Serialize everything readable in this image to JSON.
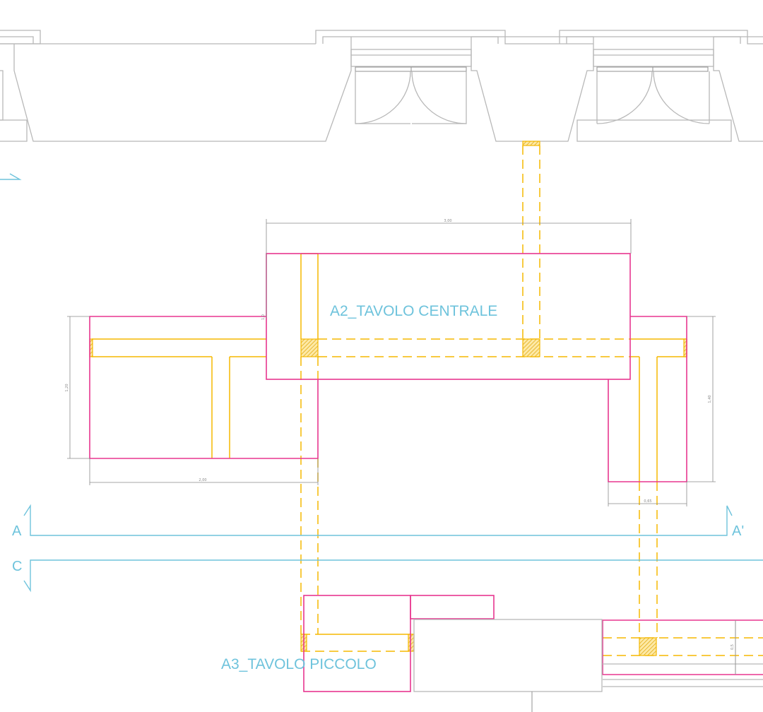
{
  "labels": {
    "central_table": "A2_TAVOLO CENTRALE",
    "small_table": "A3_TAVOLO PICCOLO"
  },
  "section_marks": {
    "a_left": "A",
    "a_right": "A'",
    "c_left": "C"
  },
  "dimensions": {
    "central_width": "3,00",
    "left_width": "2,00",
    "left_height": "1,20",
    "right_width": "0,65",
    "right_height": "1,40",
    "small_right": "0,5",
    "central_side": "1,0"
  },
  "colors": {
    "table_outline": "#e8368f",
    "beam": "#f5b800",
    "section_line": "#6ec3dc",
    "wall": "#b8b8b8",
    "dimension": "#8a8a8a"
  }
}
